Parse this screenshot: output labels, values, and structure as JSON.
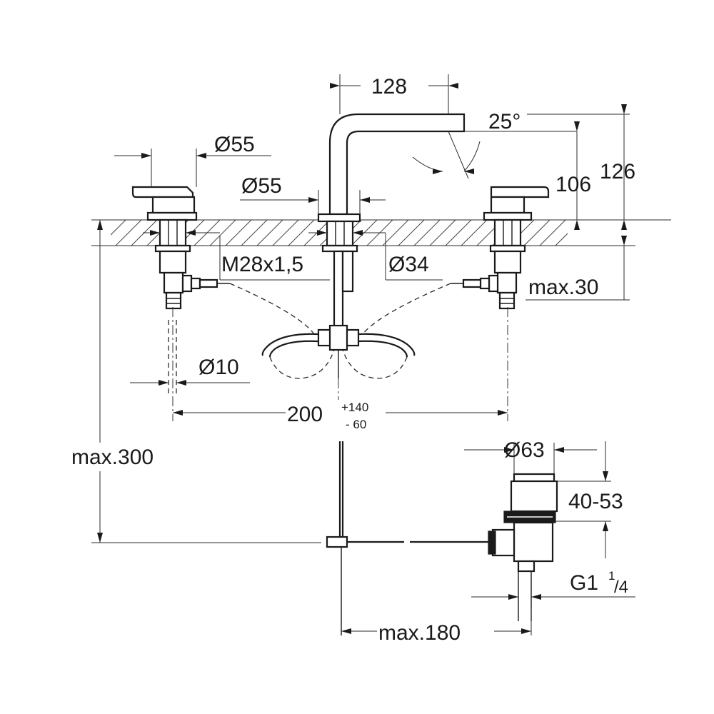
{
  "dimensions": {
    "spout_reach": "128",
    "spout_angle": "25°",
    "outlet_height": "106",
    "spout_height": "126",
    "handle_diameter": "Ø55",
    "spout_base_diameter": "Ø55",
    "thread": "M28x1,5",
    "hole_diameter": "Ø34",
    "max_deck_thickness": "max.30",
    "supply_pipe_diameter": "Ø10",
    "spread_base": "200",
    "spread_plus": "+140",
    "spread_minus": "- 60",
    "max_drop": "max.300",
    "drain_cap_diameter": "Ø63",
    "drain_flange_range": "40-53",
    "drain_thread_prefix": "G1",
    "drain_thread_num": "1",
    "drain_thread_den": "/4",
    "pop_up_reach": "max.180"
  }
}
